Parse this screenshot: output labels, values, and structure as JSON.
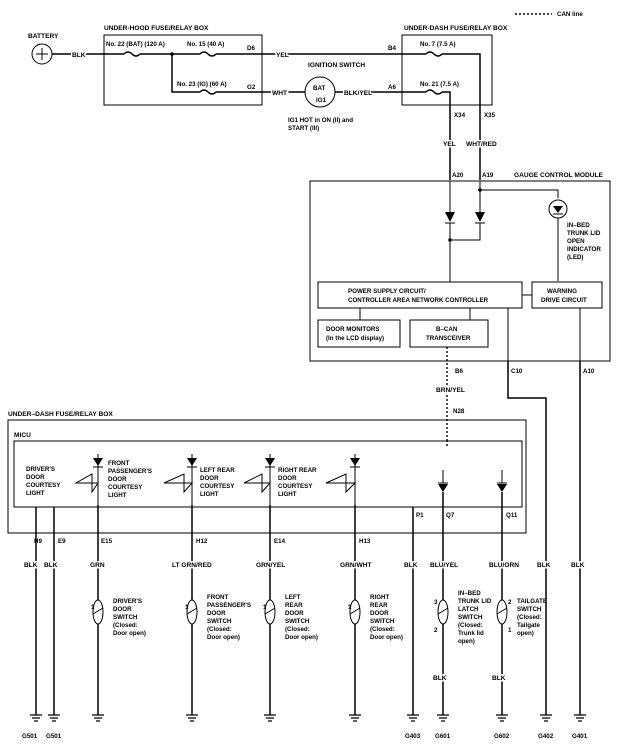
{
  "legend": {
    "can_line": "CAN line"
  },
  "battery": {
    "label": "BATTERY",
    "wire": "BLK"
  },
  "under_hood_box": {
    "title": "UNDER-HOOD FUSE/RELAY BOX",
    "fuse_bat": "No. 22 (BAT) (120 A)",
    "fuse_15": "No. 15 (40 A)",
    "fuse_23": "No. 23 (IG) (60 A)",
    "pin_d6": "D6",
    "pin_g2": "G2"
  },
  "wires_top": {
    "yel": "YEL",
    "wht": "WHT",
    "blk_yel": "BLK/YEL"
  },
  "ignition": {
    "title": "IGNITION SWITCH",
    "bat": "BAT",
    "ig1": "IG1",
    "note1": "IG1 HOT in ON (II) and",
    "note2": "START (III)"
  },
  "under_dash_box_top": {
    "title": "UNDER-DASH FUSE/RELAY BOX",
    "fuse_7": "No. 7 (7.5 A)",
    "fuse_21": "No. 21 (7.5 A)",
    "pin_b4": "B4",
    "pin_a6": "A6",
    "pin_x34": "X34",
    "pin_x35": "X35",
    "wire_yel": "YEL",
    "wire_wht_red": "WHT/RED"
  },
  "gcm": {
    "title": "GAUGE CONTROL MODULE",
    "pin_a20": "A20",
    "pin_a19": "A19",
    "led1": "IN–BED",
    "led2": "TRUNK LID",
    "led3": "OPEN",
    "led4": "INDICATOR",
    "led5": "(LED)",
    "psc1": "POWER SUPPLY CIRCUIT/",
    "psc2": "CONTROLLER AREA NETWORK CONTROLLER",
    "wdc1": "WARNING",
    "wdc2": "DRIVE CIRCUIT",
    "dm1": "DOOR MONITORS",
    "dm2": "(In the LCD display)",
    "bcan1": "B–CAN",
    "bcan2": "TRANSCEIVER",
    "pin_b6": "B6",
    "pin_c10": "C10",
    "pin_a10": "A10"
  },
  "mid": {
    "brn_yel": "BRN/YEL",
    "n28": "N28",
    "under_dash_title": "UNDER–DASH FUSE/RELAY BOX"
  },
  "micu": {
    "title": "MICU",
    "l1a": "DRIVER'S",
    "l1b": "DOOR",
    "l1c": "COURTESY",
    "l1d": "LIGHT",
    "l2a": "FRONT",
    "l2b": "PASSENGER'S",
    "l2c": "DOOR",
    "l2d": "COURTESY",
    "l2e": "LIGHT",
    "l3a": "LEFT REAR",
    "l3b": "DOOR",
    "l3c": "COURTESY",
    "l3d": "LIGHT",
    "l4a": "RIGHT REAR",
    "l4b": "DOOR",
    "l4c": "COURTESY",
    "l4d": "LIGHT"
  },
  "pins": {
    "h9": "H9",
    "e9": "E9",
    "e15": "E15",
    "h12": "H12",
    "e14": "E14",
    "h13": "H13",
    "p1": "P1",
    "q7": "Q7",
    "q11": "Q11"
  },
  "wire_colors": {
    "blk": "BLK",
    "grn": "GRN",
    "lt_grn_red": "LT GRN/RED",
    "grn_yel": "GRN/YEL",
    "grn_wht": "GRN/WHT",
    "blu_yel": "BLU/YEL",
    "blu_orn": "BLU/ORN"
  },
  "switches": {
    "s1a": "DRIVER'S",
    "s1b": "DOOR",
    "s1c": "SWITCH",
    "s1d": "(Closed:",
    "s1e": "Door open)",
    "s2a": "FRONT",
    "s2b": "PASSENGER'S",
    "s2c": "DOOR",
    "s2d": "SWITCH",
    "s2e": "(Closed:",
    "s2f": "Door open)",
    "s3a": "LEFT",
    "s3b": "REAR",
    "s3c": "DOOR",
    "s3d": "SWITCH",
    "s3e": "(Closed:",
    "s3f": "Door open)",
    "s4a": "RIGHT",
    "s4b": "REAR",
    "s4c": "DOOR",
    "s4d": "SWITCH",
    "s4e": "(Closed:",
    "s4f": "Door open)",
    "s5a": "IN–BED",
    "s5b": "TRUNK LID",
    "s5c": "LATCH",
    "s5d": "SWITCH",
    "s5e": "(Closed:",
    "s5f": "Trunk lid",
    "s5g": "open)",
    "s6a": "TAILGATE",
    "s6b": "SWITCH",
    "s6c": "(Closed:",
    "s6d": "Tailgate",
    "s6e": "open)",
    "pin1": "1",
    "pin2": "2",
    "pin3": "3"
  },
  "grounds": {
    "g501": "G501",
    "g403": "G403",
    "g601": "G601",
    "g602": "G602",
    "g402": "G402",
    "g401": "G401"
  }
}
